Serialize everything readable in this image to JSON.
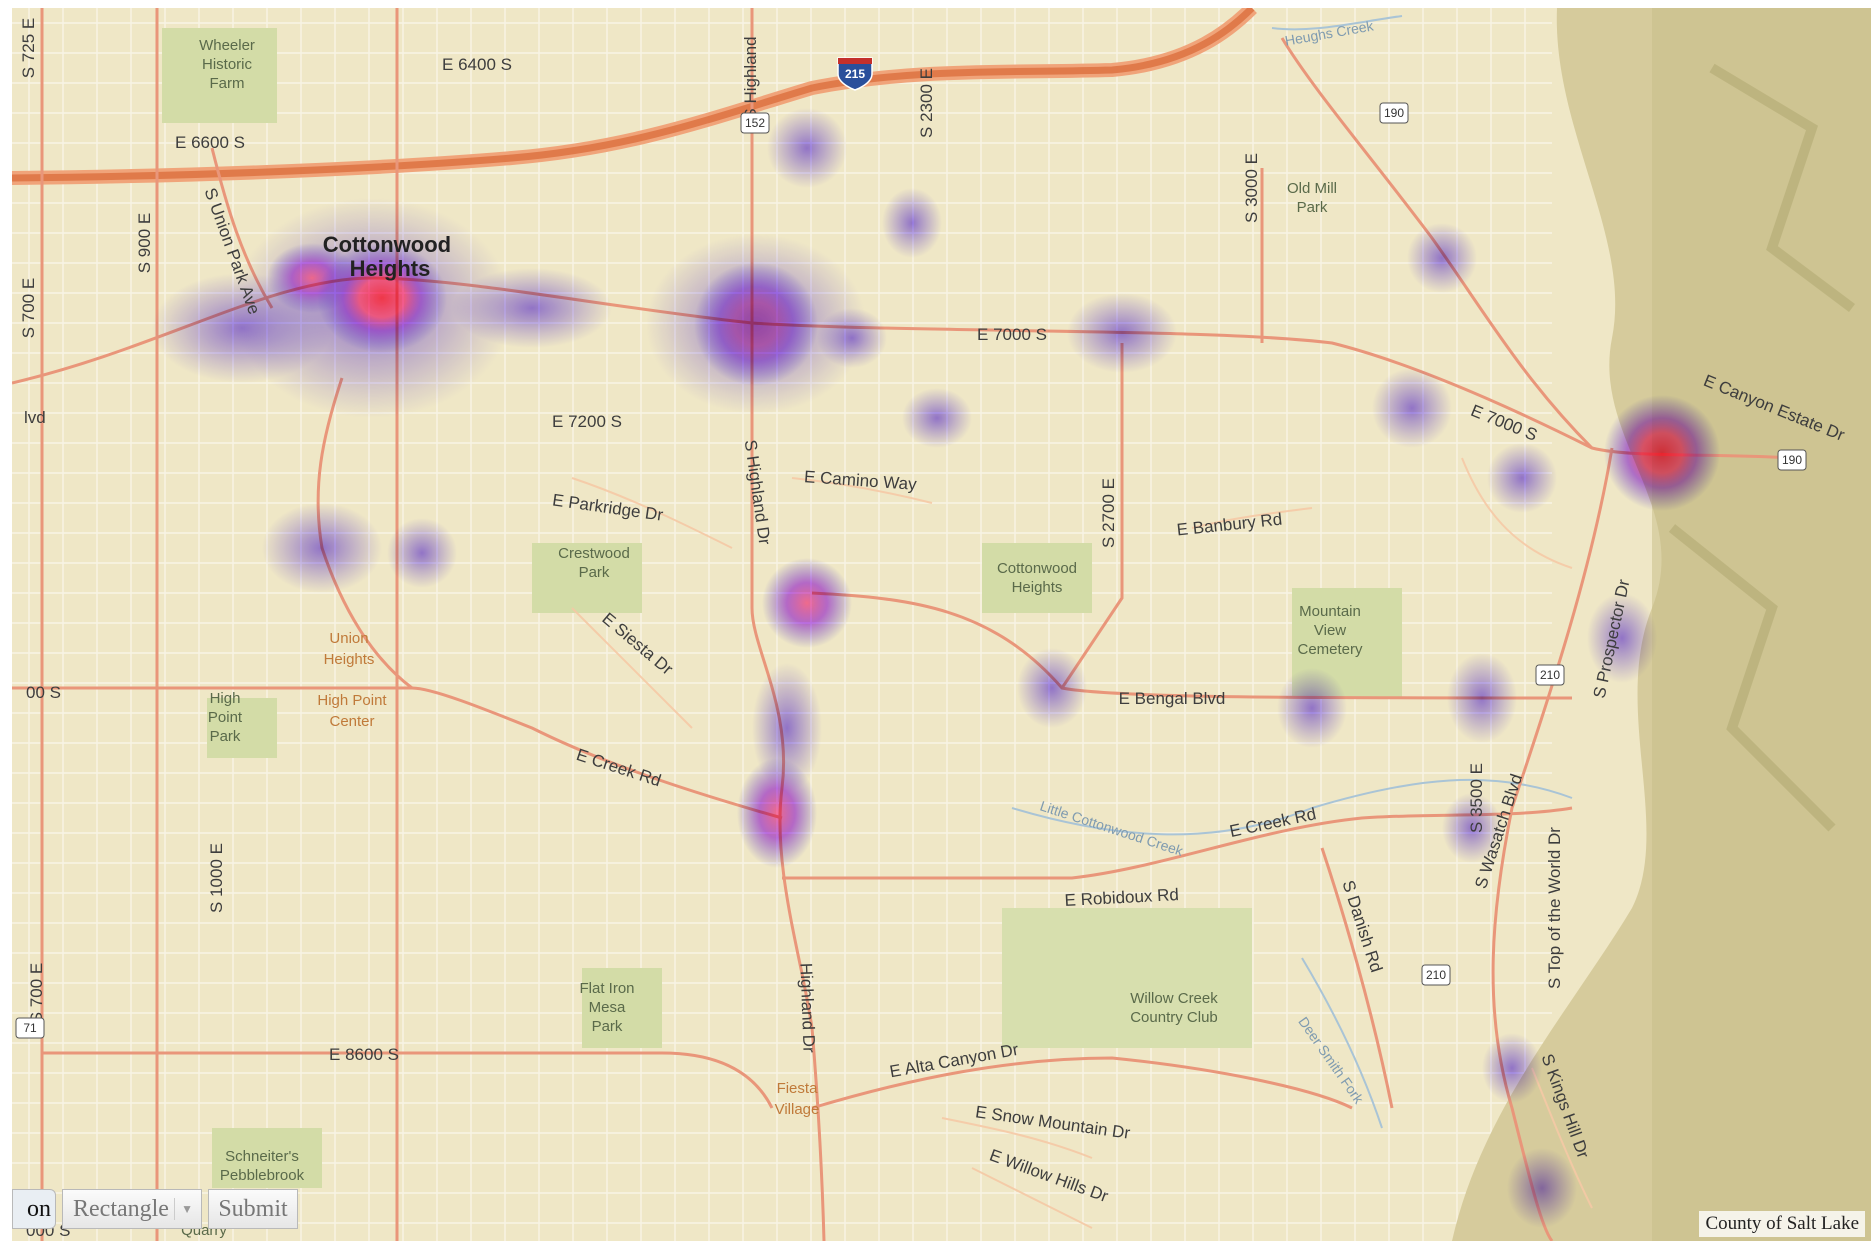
{
  "map": {
    "city_label": [
      "Cottonwood",
      "Heights"
    ],
    "roads": [
      {
        "name": "road-e6400s",
        "text": "E 6400 S"
      },
      {
        "name": "road-e6600s",
        "text": "E 6600 S"
      },
      {
        "name": "road-s725e",
        "text": "S 725 E"
      },
      {
        "name": "road-s700e-north",
        "text": "S 700 E"
      },
      {
        "name": "road-s900e",
        "text": "S 900 E"
      },
      {
        "name": "road-union-park-ave",
        "text": "S Union Park Ave"
      },
      {
        "name": "road-s-highland-north",
        "text": "S Highland"
      },
      {
        "name": "road-s2300e",
        "text": "S 2300 E"
      },
      {
        "name": "road-s3000e",
        "text": "S 3000 E"
      },
      {
        "name": "road-e7000s",
        "text": "E 7000 S"
      },
      {
        "name": "road-e7000s-east",
        "text": "E 7000 S"
      },
      {
        "name": "road-e7200s",
        "text": "E 7200 S"
      },
      {
        "name": "road-s-highland-dr",
        "text": "S Highland Dr"
      },
      {
        "name": "road-e-camino-way",
        "text": "E Camino Way"
      },
      {
        "name": "road-e-parkridge-dr",
        "text": "E Parkridge Dr"
      },
      {
        "name": "road-s2700e",
        "text": "S 2700 E"
      },
      {
        "name": "road-e-banbury-rd",
        "text": "E Banbury Rd"
      },
      {
        "name": "road-e-canyon-estate-dr",
        "text": "E Canyon Estate Dr"
      },
      {
        "name": "road-e-siesta-dr",
        "text": "E Siesta Dr"
      },
      {
        "name": "road-e-bengal-blvd",
        "text": "E Bengal Blvd"
      },
      {
        "name": "road-s-prospector-dr",
        "text": "S Prospector Dr"
      },
      {
        "name": "road-e-creek-rd-west",
        "text": "E Creek Rd"
      },
      {
        "name": "road-e-creek-rd-east",
        "text": "E Creek Rd"
      },
      {
        "name": "road-s3500e",
        "text": "S 3500 E"
      },
      {
        "name": "road-s-wasatch-blvd",
        "text": "S Wasatch Blvd"
      },
      {
        "name": "road-s1000e",
        "text": "S 1000 E"
      },
      {
        "name": "road-s700e-south",
        "text": "S 700 E"
      },
      {
        "name": "road-e-robidoux-rd",
        "text": "E Robidoux Rd"
      },
      {
        "name": "road-s-danish-rd",
        "text": "S Danish Rd"
      },
      {
        "name": "road-s-top-of-the-world-dr",
        "text": "S Top of the World Dr"
      },
      {
        "name": "road-highland-dr-south",
        "text": "Highland Dr"
      },
      {
        "name": "road-e8600s",
        "text": "E 8600 S"
      },
      {
        "name": "road-e-alta-canyon-dr",
        "text": "E Alta Canyon Dr"
      },
      {
        "name": "road-e-snow-mountain-dr",
        "text": "E Snow Mountain Dr"
      },
      {
        "name": "road-e-willow-hills-dr",
        "text": "E Willow Hills Dr"
      },
      {
        "name": "road-s-kings-hill-dr",
        "text": "S Kings Hill Dr"
      },
      {
        "name": "road-blvd-edge",
        "text": "lvd"
      },
      {
        "name": "road-00s-edge",
        "text": "00 S"
      },
      {
        "name": "road-00s-bottom-edge",
        "text": "000 S"
      }
    ],
    "places": [
      {
        "name": "place-wheeler-historic-farm",
        "lines": [
          "Wheeler",
          "Historic",
          "Farm"
        ]
      },
      {
        "name": "place-old-mill-park",
        "lines": [
          "Old Mill",
          "Park"
        ]
      },
      {
        "name": "place-crestwood-park",
        "lines": [
          "Crestwood",
          "Park"
        ]
      },
      {
        "name": "place-cottonwood-heights-park",
        "lines": [
          "Cottonwood",
          "Heights"
        ]
      },
      {
        "name": "place-mountain-view-cemetery",
        "lines": [
          "Mountain",
          "View",
          "Cemetery"
        ]
      },
      {
        "name": "place-high-point-park",
        "lines": [
          "High",
          "Point",
          "Park"
        ]
      },
      {
        "name": "place-flat-iron-mesa-park",
        "lines": [
          "Flat Iron",
          "Mesa",
          "Park"
        ]
      },
      {
        "name": "place-willow-creek-country-club",
        "lines": [
          "Willow Creek",
          "Country Club"
        ]
      },
      {
        "name": "place-schneiters-pebblebrook",
        "lines": [
          "Schneiter's",
          "Pebblebrook"
        ]
      },
      {
        "name": "place-quarry",
        "lines": [
          "Quarry"
        ]
      }
    ],
    "towns": [
      {
        "name": "town-union-heights",
        "lines": [
          "Union",
          "Heights"
        ]
      },
      {
        "name": "town-high-point-center",
        "lines": [
          "High Point",
          "Center"
        ]
      },
      {
        "name": "town-fiesta-village",
        "lines": [
          "Fiesta",
          "Village"
        ]
      }
    ],
    "waterways": [
      {
        "name": "creek-heughs",
        "text": "Heughs Creek"
      },
      {
        "name": "creek-little-cottonwood",
        "text": "Little Cottonwood Creek"
      },
      {
        "name": "creek-deer-smith-fork",
        "text": "Deer Smith Fork"
      }
    ],
    "shields": [
      {
        "name": "shield-i215",
        "text": "215"
      },
      {
        "name": "shield-152",
        "text": "152"
      },
      {
        "name": "shield-190-north",
        "text": "190"
      },
      {
        "name": "shield-190-east",
        "text": "190"
      },
      {
        "name": "shield-210-east",
        "text": "210"
      },
      {
        "name": "shield-210-south",
        "text": "210"
      },
      {
        "name": "shield-71",
        "text": "71"
      }
    ]
  },
  "controls": {
    "tool_left": "on",
    "shape_value": "Rectangle",
    "submit_label": "Submit"
  },
  "attribution": "County of Salt Lake"
}
